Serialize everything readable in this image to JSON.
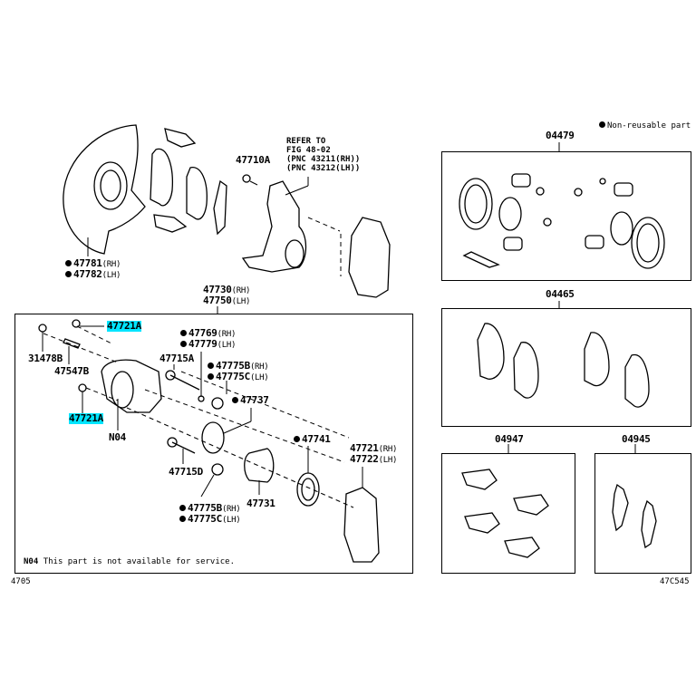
{
  "legend": {
    "non_reusable_label": "Non-reusable part"
  },
  "top_parts": {
    "dust_cover": {
      "rh": "47781",
      "lh": "47782",
      "rh_suffix": "(RH)",
      "lh_suffix": "(LH)"
    },
    "bolt": "47710A",
    "refer": {
      "line1": "REFER TO",
      "line2": "FIG 48-02",
      "line3": "(PNC 43211(RH))",
      "line4": "(PNC 43212(LH))"
    }
  },
  "caliper_assembly": {
    "rh": "47730",
    "lh": "47750",
    "rh_suffix": "(RH)",
    "lh_suffix": "(LH)",
    "parts": {
      "bleeder_cap": "31478B",
      "bleeder_plug": "47547B",
      "bolt_top": "47721A",
      "bolt_bottom": "47721A",
      "n04": "N04",
      "pin_a": "47715A",
      "pin_d": "47715D",
      "bushing": {
        "rh": "47769",
        "lh": "47779",
        "rh_suffix": "(RH)",
        "lh_suffix": "(LH)"
      },
      "boot_upper": {
        "rh": "47775B",
        "lh": "47775C",
        "rh_suffix": "(RH)",
        "lh_suffix": "(LH)"
      },
      "boot_lower": {
        "rh": "47775B",
        "lh": "47775C",
        "rh_suffix": "(RH)",
        "lh_suffix": "(LH)"
      },
      "ring": "47737",
      "seal": "47741",
      "piston": "47731",
      "mounting": {
        "rh": "47721",
        "lh": "47722",
        "rh_suffix": "(RH)",
        "lh_suffix": "(LH)"
      }
    },
    "note_code": "N04",
    "note_text": "This part is not available for service."
  },
  "kits": {
    "seal_kit": "04479",
    "pad_kit": "04465",
    "fitting_kit": "04947",
    "shim_kit": "04945"
  },
  "footer": {
    "left_code": "4705",
    "right_code": "47C545"
  },
  "colors": {
    "highlight": "#00e5ff",
    "line": "#000000"
  }
}
